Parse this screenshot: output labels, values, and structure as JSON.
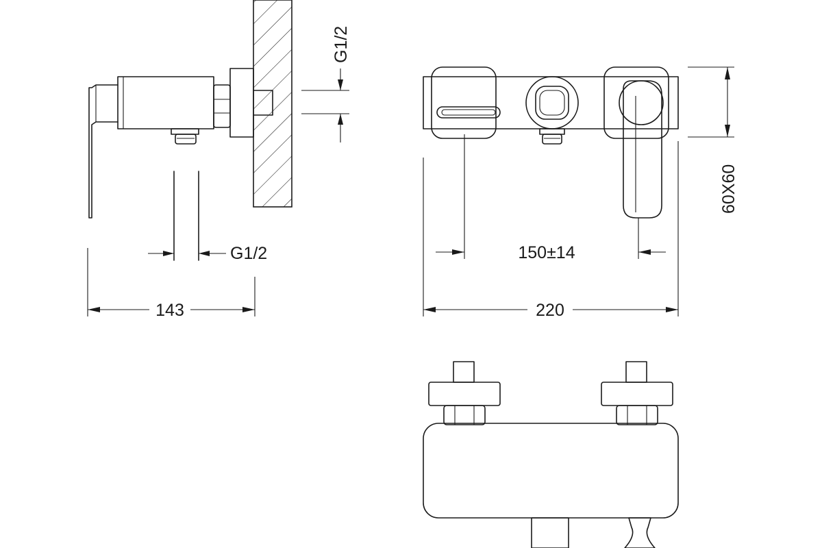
{
  "dimensions": {
    "inlet_thread_side": "G1/2",
    "outlet_thread_side": "G1/2",
    "depth": "143",
    "inlet_spacing": "150±14",
    "width": "220",
    "body_section": "60X60"
  },
  "icons": [
    "side-view-drawing",
    "front-view-drawing",
    "top-view-drawing",
    "wall-section-hatch"
  ]
}
